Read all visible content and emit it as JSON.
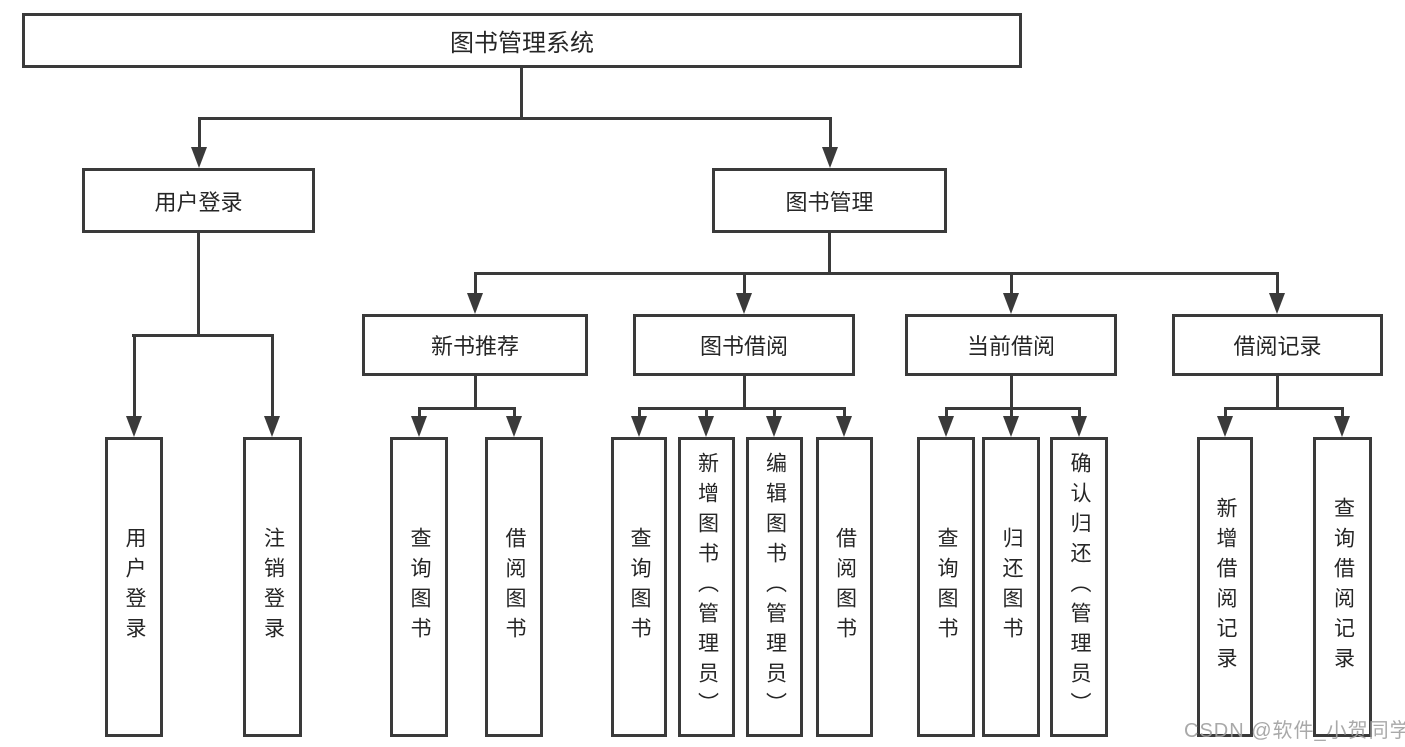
{
  "tree": {
    "root": {
      "label": "图书管理系统"
    },
    "branches": {
      "user_login": {
        "label": "用户登录",
        "children": [
          {
            "label": "用户登录"
          },
          {
            "label": "注销登录"
          }
        ]
      },
      "book_management": {
        "label": "图书管理",
        "sections": {
          "new_book_recommend": {
            "label": "新书推荐",
            "children": [
              {
                "label": "查询图书"
              },
              {
                "label": "借阅图书"
              }
            ]
          },
          "book_borrow": {
            "label": "图书借阅",
            "children": [
              {
                "label": "查询图书"
              },
              {
                "label": "新增图书（管理员）"
              },
              {
                "label": "编辑图书（管理员）"
              },
              {
                "label": "借阅图书"
              }
            ]
          },
          "current_borrow": {
            "label": "当前借阅",
            "children": [
              {
                "label": "查询图书"
              },
              {
                "label": "归还图书"
              },
              {
                "label": "确认归还（管理员）"
              }
            ]
          },
          "borrow_records": {
            "label": "借阅记录",
            "children": [
              {
                "label": "新增借阅记录"
              },
              {
                "label": "查询借阅记录"
              }
            ]
          }
        }
      }
    }
  },
  "watermark": {
    "text": "CSDN @软件_小贺同学"
  },
  "colors": {
    "line": "#3a3a3a",
    "text": "#262626",
    "watermark": "#a0a0a0",
    "background": "#ffffff"
  }
}
